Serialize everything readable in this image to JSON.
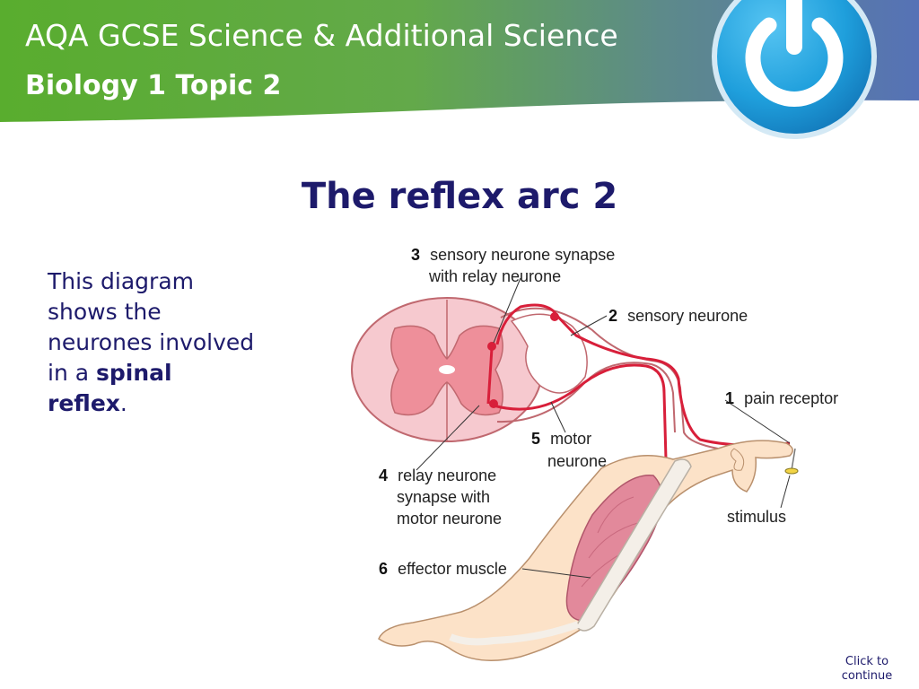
{
  "header": {
    "title": "AQA GCSE Science & Additional Science",
    "subtitle": "Biology 1 Topic 2"
  },
  "slide": {
    "title": "The reflex arc 2",
    "body": {
      "line1": "This diagram",
      "line2": "shows the",
      "line3": "neurones involved",
      "line4_prefix": "in a ",
      "line4_bold": "spinal",
      "line5_bold": "reflex",
      "line5_suffix": "."
    },
    "continue_line1": "Click to",
    "continue_line2": "continue"
  },
  "diagram": {
    "labels": [
      {
        "num": "3",
        "line1": "sensory neurone synapse",
        "line2": "with relay neurone"
      },
      {
        "num": "2",
        "line1": "sensory neurone",
        "line2": ""
      },
      {
        "num": "1",
        "line1": "pain receptor",
        "line2": ""
      },
      {
        "num": "5",
        "line1": "motor",
        "line2": "neurone"
      },
      {
        "num": "4",
        "line1": "relay neurone",
        "line2": "synapse with",
        "line3": "motor neurone"
      },
      {
        "num": "",
        "line1": "stimulus",
        "line2": ""
      },
      {
        "num": "6",
        "line1": "effector muscle",
        "line2": ""
      }
    ]
  },
  "colors": {
    "header_green": "#5fae35",
    "header_blue": "#5873b4",
    "title_navy": "#1d1a6b",
    "logo_blue": "#1e9ad8",
    "neurone_red": "#d81f3a",
    "cord_pink": "#f6c9cf",
    "grey_matter": "#ee8f9a",
    "skin": "#fce2c8",
    "muscle": "#e2899b"
  },
  "icons": {
    "logo": "power-icon"
  }
}
